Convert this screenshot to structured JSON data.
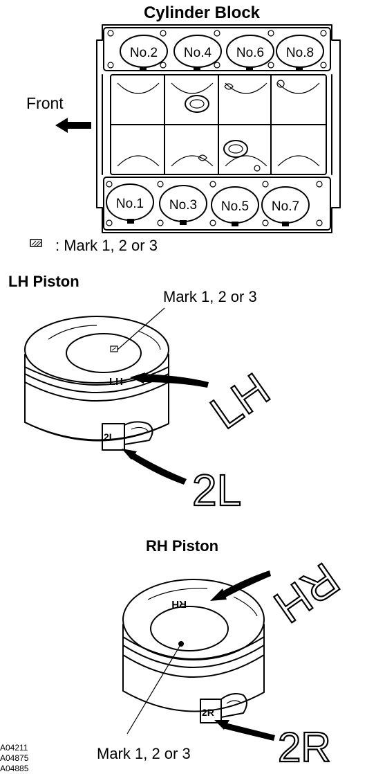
{
  "cylinder_block": {
    "title": "Cylinder Block",
    "front_label": "Front",
    "top_bores": [
      "No.2",
      "No.4",
      "No.6",
      "No.8"
    ],
    "bottom_bores": [
      "No.1",
      "No.3",
      "No.5",
      "No.7"
    ],
    "legend_text": ": Mark 1, 2 or 3"
  },
  "lh_piston": {
    "title": "LH Piston",
    "mark_label": "Mark 1, 2 or 3",
    "crown_mark": "LH",
    "side_mark": "2L",
    "callout_crown": "LH",
    "callout_side": "2L"
  },
  "rh_piston": {
    "title": "RH Piston",
    "mark_label": "Mark 1, 2 or 3",
    "crown_mark": "RH",
    "side_mark": "2R",
    "callout_crown": "RH",
    "callout_side": "2R"
  },
  "figure_codes": [
    "A04211",
    "A04875",
    "A04885"
  ]
}
